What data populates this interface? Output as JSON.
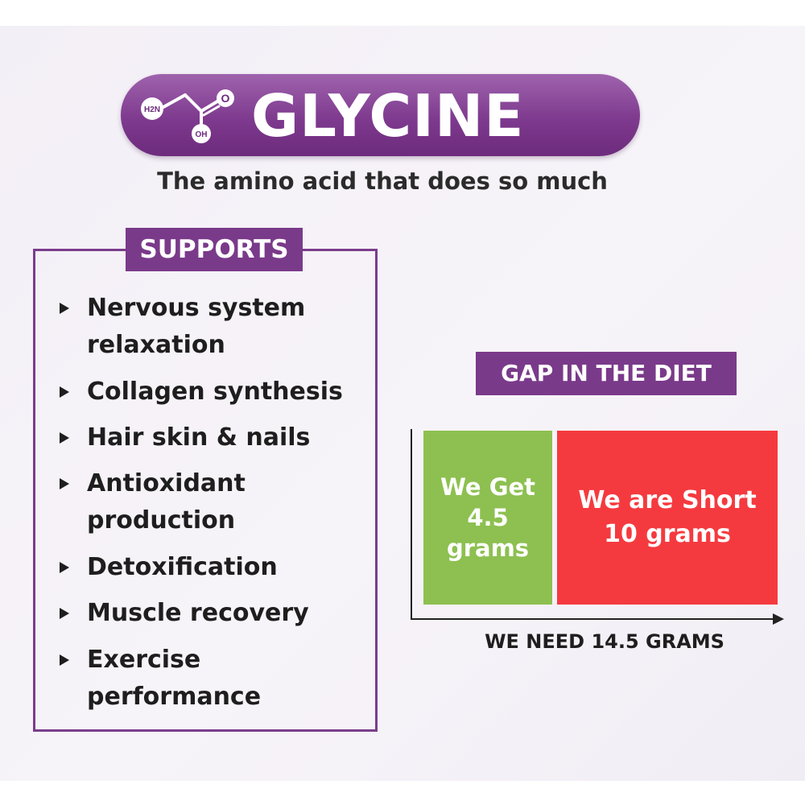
{
  "header": {
    "title": "GLYCINE",
    "tagline": "The amino acid that does so much",
    "molecule_labels": {
      "amine": "H2N",
      "carbonyl_o": "O",
      "hydroxyl": "OH"
    }
  },
  "supports": {
    "heading": "SUPPORTS",
    "items": [
      "Nervous system relaxation",
      "Collagen synthesis",
      "Hair skin & nails",
      "Antioxidant production",
      "Detoxification",
      "Muscle recovery",
      "Exercise performance"
    ]
  },
  "gap": {
    "heading": "GAP IN THE DIET",
    "bars": [
      {
        "label": "We Get 4.5 grams",
        "color": "#8dc050"
      },
      {
        "label": "We are Short 10 grams",
        "color": "#f53a3f"
      }
    ],
    "axis_label": "WE NEED 14.5 GRAMS"
  },
  "chart_data": {
    "type": "bar",
    "categories": [
      "We Get",
      "We are Short"
    ],
    "values": [
      4.5,
      10
    ],
    "total": 14.5,
    "unit": "grams"
  },
  "colors": {
    "brand_purple": "#7a3a8a",
    "get_green": "#8dc050",
    "short_red": "#f53a3f"
  }
}
